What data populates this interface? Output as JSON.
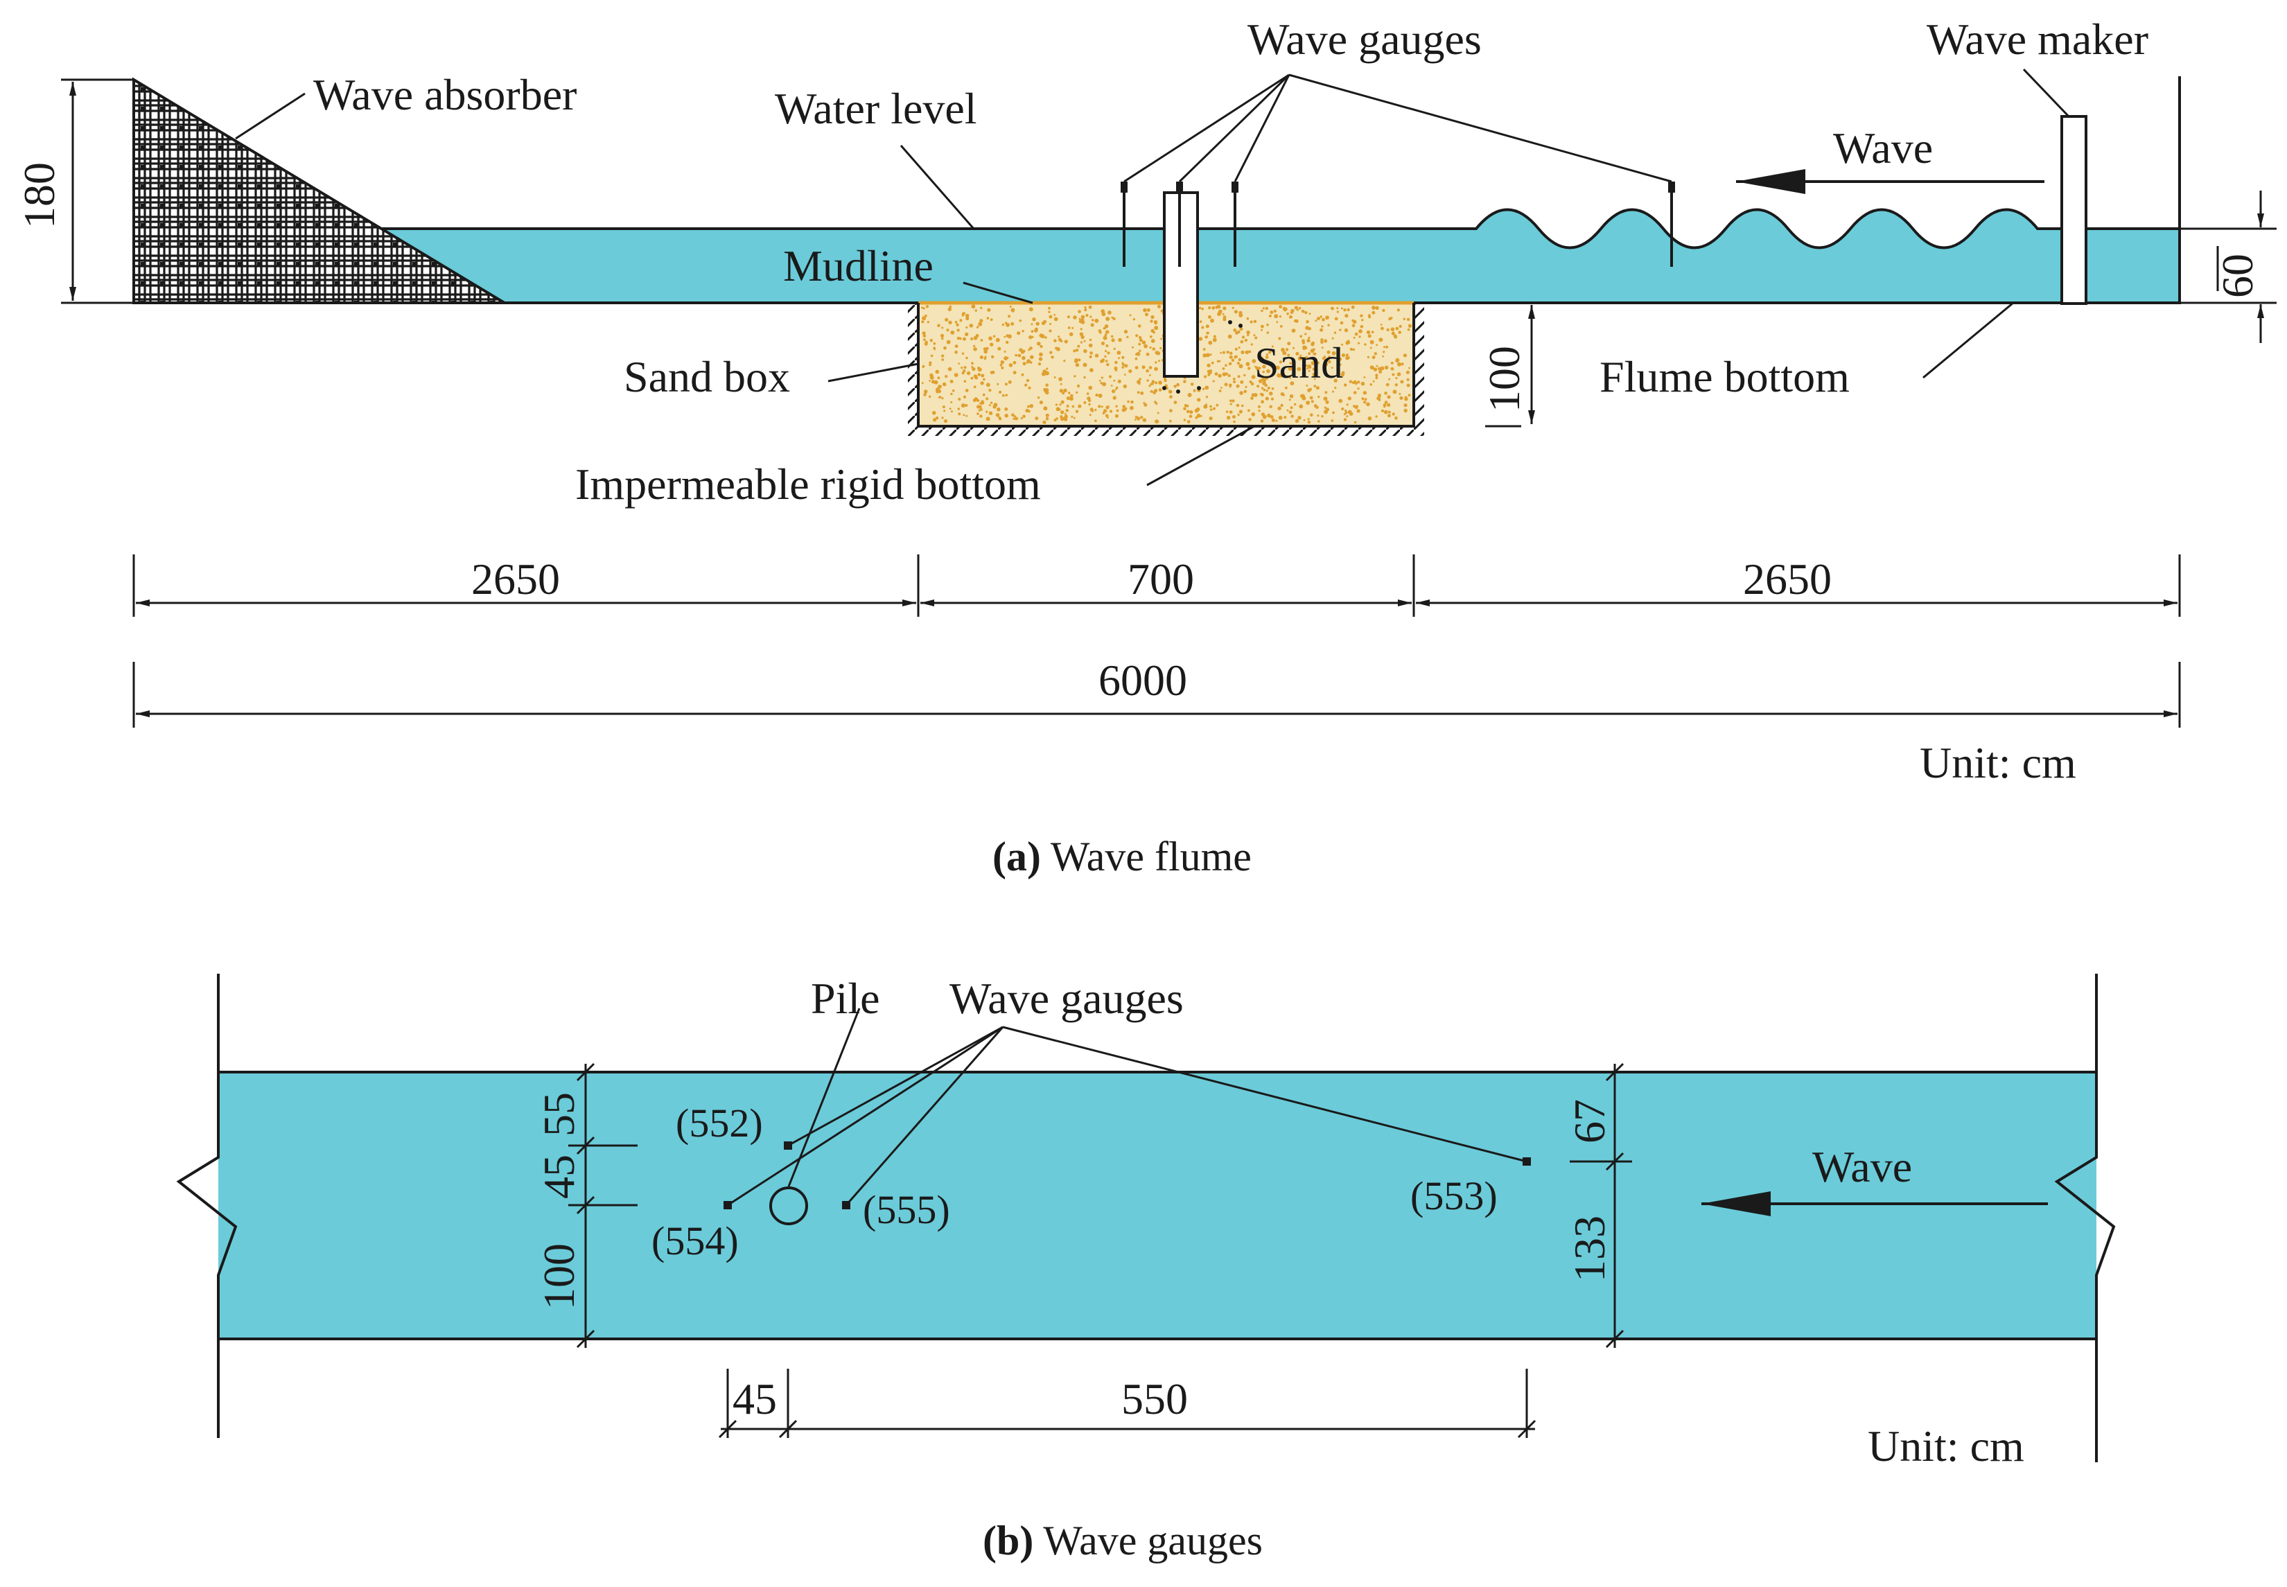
{
  "panel_a": {
    "labels": {
      "wave_absorber": "Wave absorber",
      "water_level": "Water level",
      "wave_gauges": "Wave gauges",
      "wave_maker": "Wave maker",
      "wave": "Wave",
      "mudline": "Mudline",
      "sand_box": "Sand box",
      "sand": "Sand",
      "flume_bottom": "Flume bottom",
      "impermeable_bottom": "Impermeable rigid bottom"
    },
    "dimensions": {
      "height_180": "180",
      "height_60": "60",
      "depth_100": "100",
      "left_2650": "2650",
      "mid_700": "700",
      "right_2650": "2650",
      "total_6000": "6000"
    },
    "unit": "Unit: cm",
    "caption_letter": "(a)",
    "caption_text": " Wave flume"
  },
  "panel_b": {
    "labels": {
      "pile": "Pile",
      "wave_gauges": "Wave gauges",
      "wave": "Wave",
      "g552": "(552)",
      "g553": "(553)",
      "g554": "(554)",
      "g555": "(555)"
    },
    "dimensions": {
      "d55": "55",
      "d45_vert": "45",
      "d100": "100",
      "d67": "67",
      "d133": "133",
      "d45_horiz": "45",
      "d550": "550"
    },
    "unit": "Unit: cm",
    "caption_letter": "(b)",
    "caption_text": " Wave gauges"
  },
  "colors": {
    "water": "#6bcbd9",
    "sand": "#f4e4b8",
    "sand_dots": "#e0a030"
  }
}
